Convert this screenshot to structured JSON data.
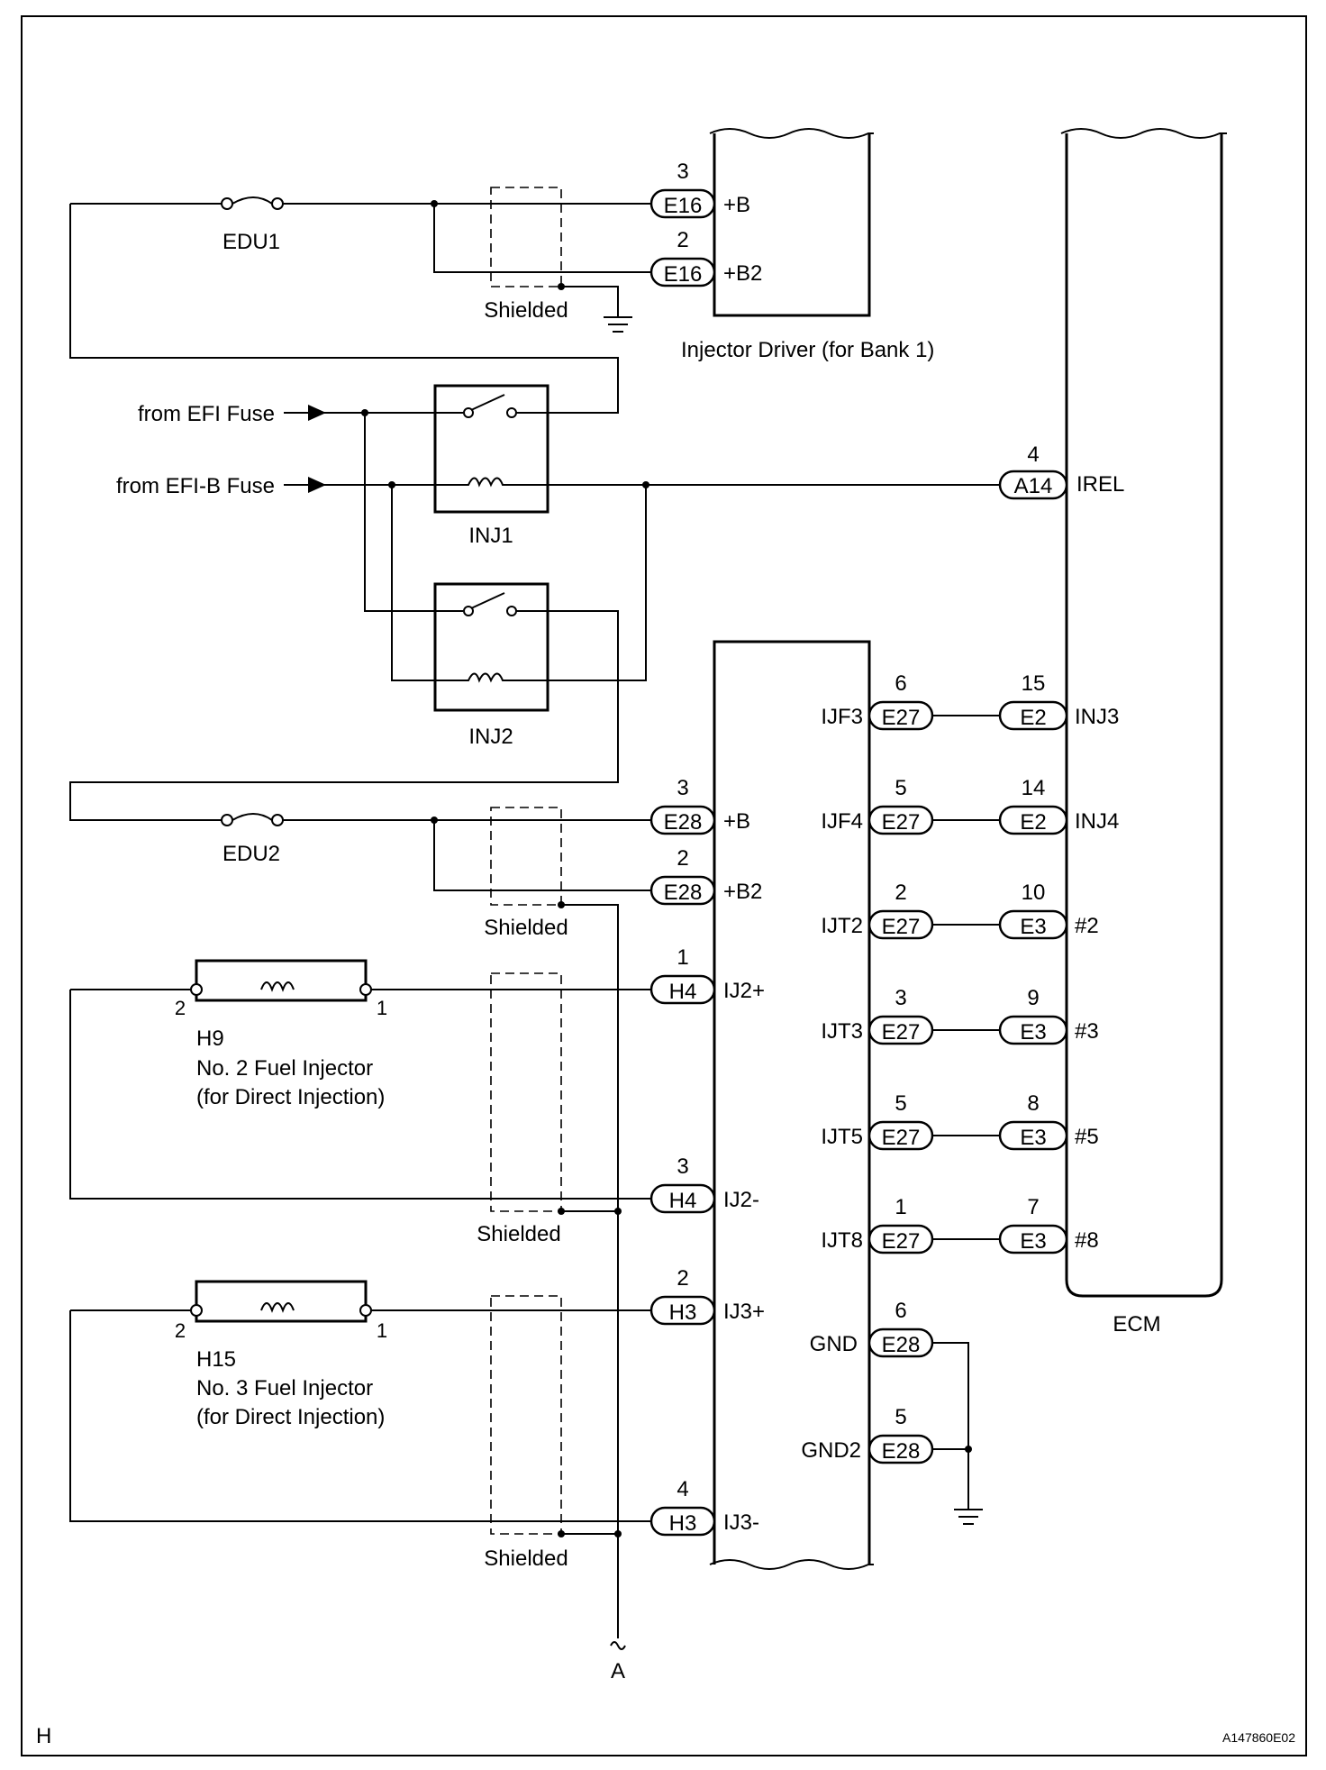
{
  "fuses": {
    "edu1": "EDU1",
    "edu2": "EDU2"
  },
  "relays": {
    "inj1": "INJ1",
    "inj2": "INJ2"
  },
  "sources": {
    "efi": "from EFI Fuse",
    "efib": "from EFI-B Fuse"
  },
  "shielded": "Shielded",
  "injector_driver": {
    "label": "Injector Driver (for Bank 1)"
  },
  "ecm": {
    "label": "ECM",
    "irel": {
      "pin": "4",
      "conn": "A14",
      "name": "IREL"
    }
  },
  "drv1_pins": [
    {
      "pin": "3",
      "conn": "E16",
      "name": "+B"
    },
    {
      "pin": "2",
      "conn": "E16",
      "name": "+B2"
    }
  ],
  "drv2_left_pins": [
    {
      "pin": "3",
      "conn": "E28",
      "name": "+B"
    },
    {
      "pin": "2",
      "conn": "E28",
      "name": "+B2"
    },
    {
      "pin": "1",
      "conn": "H4",
      "name": "IJ2+"
    },
    {
      "pin": "3",
      "conn": "H4",
      "name": "IJ2-"
    },
    {
      "pin": "2",
      "conn": "H3",
      "name": "IJ3+"
    },
    {
      "pin": "4",
      "conn": "H3",
      "name": "IJ3-"
    }
  ],
  "drv2_right_pins": [
    {
      "pin": "6",
      "conn": "E27",
      "name": "IJF3",
      "ecm_pin": "15",
      "ecm_conn": "E2",
      "ecm_name": "INJ3"
    },
    {
      "pin": "5",
      "conn": "E27",
      "name": "IJF4",
      "ecm_pin": "14",
      "ecm_conn": "E2",
      "ecm_name": "INJ4"
    },
    {
      "pin": "2",
      "conn": "E27",
      "name": "IJT2",
      "ecm_pin": "10",
      "ecm_conn": "E3",
      "ecm_name": "#2"
    },
    {
      "pin": "3",
      "conn": "E27",
      "name": "IJT3",
      "ecm_pin": "9",
      "ecm_conn": "E3",
      "ecm_name": "#3"
    },
    {
      "pin": "5",
      "conn": "E27",
      "name": "IJT5",
      "ecm_pin": "8",
      "ecm_conn": "E3",
      "ecm_name": "#5"
    },
    {
      "pin": "1",
      "conn": "E27",
      "name": "IJT8",
      "ecm_pin": "7",
      "ecm_conn": "E3",
      "ecm_name": "#8"
    }
  ],
  "gnd_pins": [
    {
      "pin": "6",
      "conn": "E28",
      "name": "GND"
    },
    {
      "pin": "5",
      "conn": "E28",
      "name": "GND2"
    }
  ],
  "injectors": [
    {
      "id": "H9",
      "line1": "No. 2 Fuel Injector",
      "line2": "(for Direct Injection)",
      "pin_left": "2",
      "pin_right": "1"
    },
    {
      "id": "H15",
      "line1": "No. 3 Fuel Injector",
      "line2": "(for Direct Injection)",
      "pin_left": "2",
      "pin_right": "1"
    }
  ],
  "ref_a": "A",
  "footer": {
    "left": "H",
    "right": "A147860E02"
  }
}
